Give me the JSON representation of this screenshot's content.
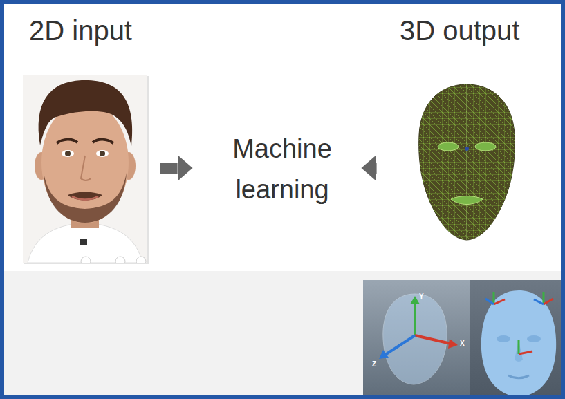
{
  "diagram": {
    "nodes": [
      {
        "text": [
          "2D input"
        ]
      },
      {
        "text": [
          "Machine learning"
        ]
      },
      {
        "text": [
          "3D output"
        ]
      }
    ],
    "edges": [
      {
        "from": 0,
        "to": 1,
        "arrow": "to"
      },
      {
        "from": 1,
        "to": 2,
        "arrow": "to"
      }
    ],
    "labels": [
      "Y",
      "X",
      "Z"
    ]
  }
}
